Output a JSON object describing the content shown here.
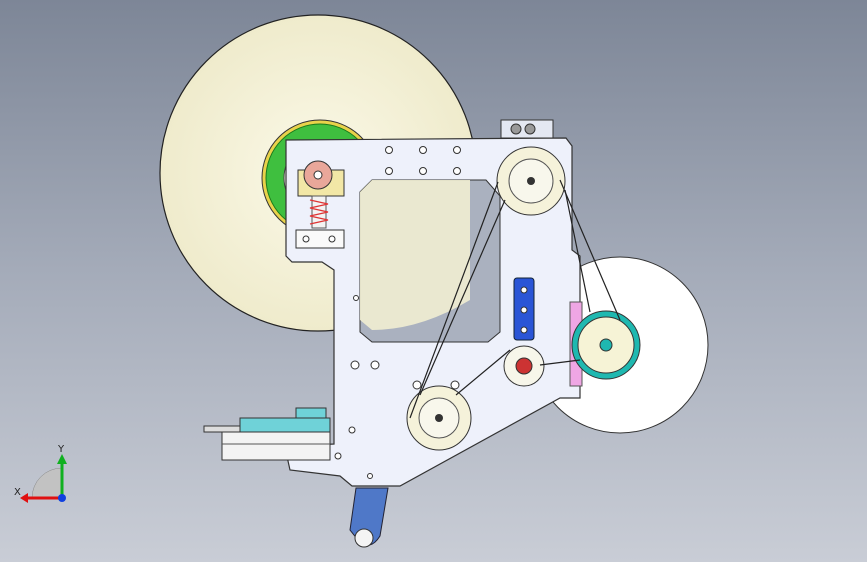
{
  "window": {
    "kind": "cad-3d-viewport",
    "background_top": "#7d8697",
    "background_bottom": "#c9cdd6"
  },
  "model": {
    "parts": [
      {
        "id": "supply-reel",
        "label": "supply-reel-icon"
      },
      {
        "id": "rewind-reel",
        "label": "rewind-reel-icon"
      },
      {
        "id": "main-plate",
        "label": "mounting-plate-icon"
      },
      {
        "id": "tension-spring",
        "label": "spring-icon"
      },
      {
        "id": "adjust-slot",
        "label": "slot-icon"
      },
      {
        "id": "cylinder",
        "label": "pneumatic-cylinder-icon"
      },
      {
        "id": "peel-arm",
        "label": "arm-icon"
      }
    ],
    "colors": {
      "reel_face": "#f7f4dc",
      "hub_green": "#3fbf3f",
      "hub_yellow": "#e8d24a",
      "plate": "#eef1fb",
      "spring_block": "#f2e7a6",
      "pink_knob": "#e9a79a",
      "slot_blue": "#2a55d6",
      "cyan_hub": "#1fb8b0",
      "pink_guide": "#efa6e4",
      "arm_blue": "#4f78c8"
    }
  },
  "triad": {
    "x_label": "X",
    "y_label": "Y",
    "x_color": "#e01010",
    "y_color": "#10b020",
    "z_color": "#1040e0"
  }
}
